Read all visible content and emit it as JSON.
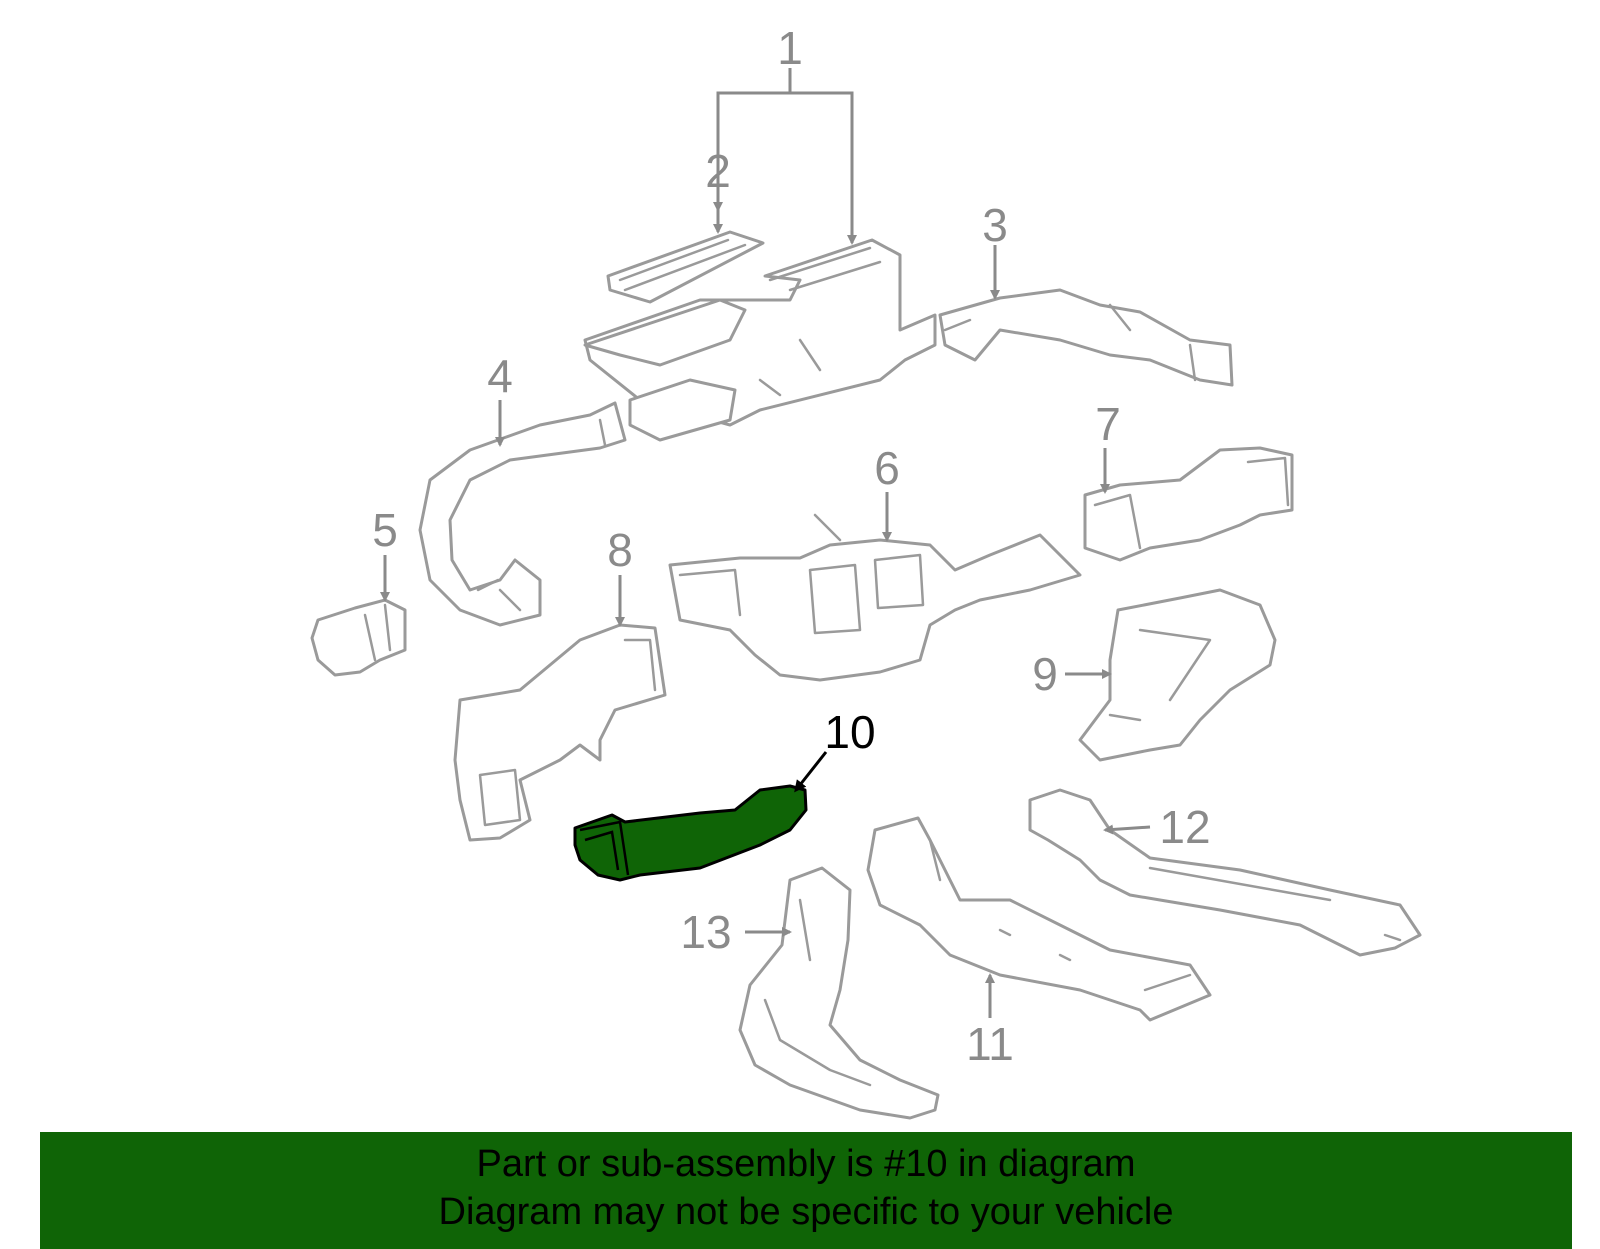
{
  "diagram": {
    "highlight_part": "10",
    "highlight_color": "#0f6406",
    "line_color": "#9a9a9a",
    "callouts": {
      "c1": "1",
      "c2": "2",
      "c3": "3",
      "c4": "4",
      "c5": "5",
      "c6": "6",
      "c7": "7",
      "c8": "8",
      "c9": "9",
      "c10": "10",
      "c11": "11",
      "c12": "12",
      "c13": "13"
    }
  },
  "banner": {
    "line1": "Part or sub-assembly is #10 in diagram",
    "line2": "Diagram may not be specific to your vehicle",
    "background": "#0f6406"
  }
}
